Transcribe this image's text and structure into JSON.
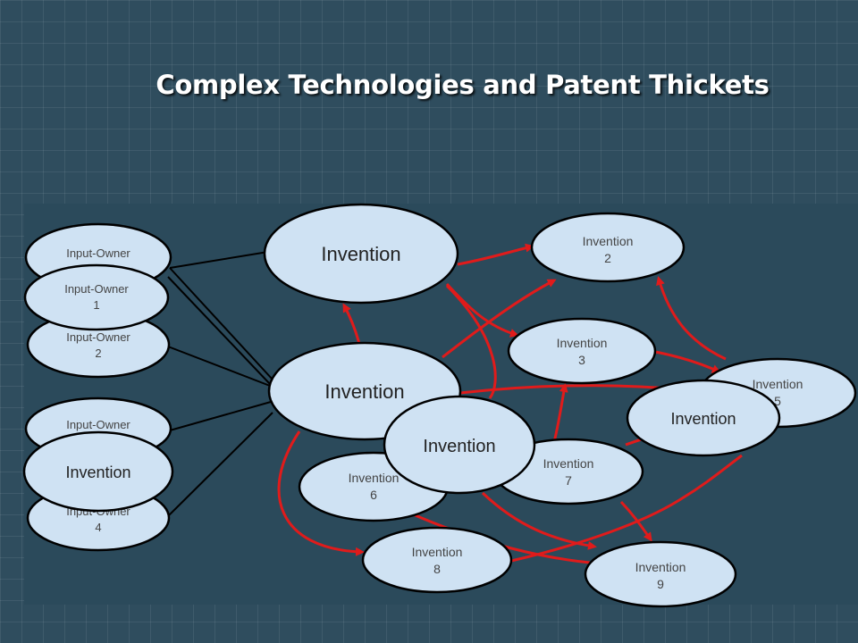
{
  "slide": {
    "title": "Complex Technologies and Patent Thickets"
  },
  "colors": {
    "background": "#2f4d5e",
    "node_fill": "#cfe2f3",
    "node_stroke": "#000000",
    "red_edge": "#e01b1b"
  },
  "diagram": {
    "input_owners": {
      "top": "Input-Owner",
      "one": [
        "Input-Owner",
        "1"
      ],
      "two": [
        "Input-Owner",
        "2"
      ],
      "three": "Input-Owner",
      "four": [
        "Input-Owner",
        "4"
      ]
    },
    "inventions": {
      "top": "Invention",
      "center": "Invention",
      "left": "Invention",
      "middle": "Invention",
      "right": "Invention",
      "n2": [
        "Invention",
        "2"
      ],
      "n3": [
        "Invention",
        "3"
      ],
      "n5": [
        "Invention",
        "5"
      ],
      "n6": [
        "Invention",
        "6"
      ],
      "n7": [
        "Invention",
        "7"
      ],
      "n8": [
        "Invention",
        "8"
      ],
      "n9": [
        "Invention",
        "9"
      ]
    }
  }
}
